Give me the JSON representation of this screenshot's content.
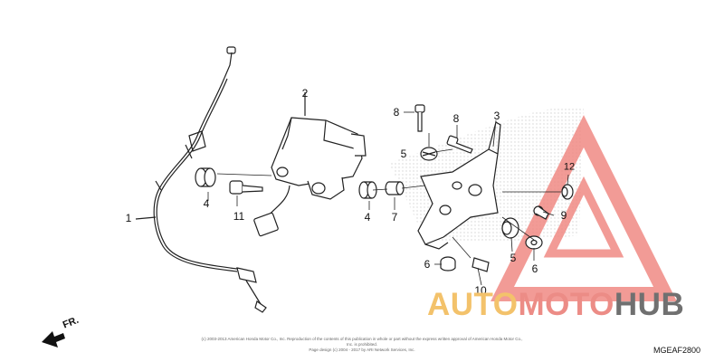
{
  "callouts": [
    "1",
    "2",
    "3",
    "4",
    "4",
    "5",
    "5",
    "6",
    "6",
    "7",
    "8",
    "8",
    "9",
    "10",
    "11",
    "12"
  ],
  "front_marker": "FR.",
  "watermark": {
    "part1": "AUTO",
    "part2": "MOTO",
    "part3": "HUB"
  },
  "copyright_line1": "(c) 2003-2013 American Honda Motor Co., Inc. Reproduction of the contents of this publication in whole or part without the express written approval of American Honda Motor Co., Inc. is prohibited.",
  "copyright_line2": "Page design (c) 2004 - 2017 by ARI Network Services, Inc.",
  "diagram_code": "MGEAF2800",
  "colors": {
    "line": "#222222",
    "logo_red": "#f08a84",
    "logo_gold": "#f3c26b",
    "logo_gray": "#707070",
    "hatch": "#b9b9b9"
  }
}
